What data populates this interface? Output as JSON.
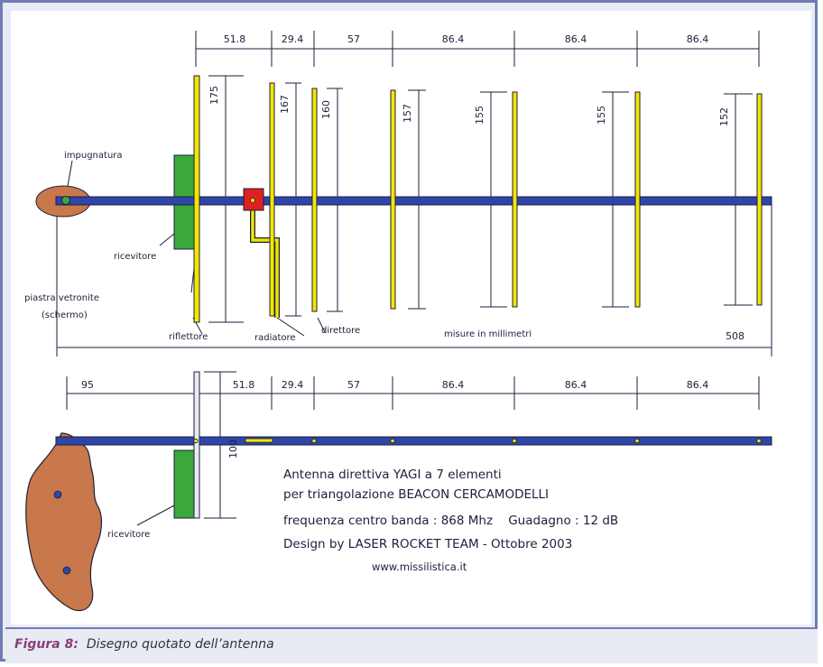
{
  "top_view": {
    "spacings": [
      "51.8",
      "29.4",
      "57",
      "86.4",
      "86.4",
      "86.4"
    ],
    "lengths": [
      "175",
      "167",
      "160",
      "157",
      "155",
      "155",
      "152"
    ],
    "labels": {
      "handle": "impugnatura",
      "receiver": "ricevitore",
      "plate_line1": "piastra vetronite",
      "plate_line2": "(schermo)",
      "reflector": "riflettore",
      "radiator": "radiatore",
      "director": "direttore",
      "units": "misure in millimetri",
      "total": "508"
    }
  },
  "side_view": {
    "spacings": [
      "95",
      "51.8",
      "29.4",
      "57",
      "86.4",
      "86.4",
      "86.4"
    ],
    "height": "100",
    "receiver": "ricevitore"
  },
  "info": {
    "line1": "Antenna direttiva YAGI a 7 elementi",
    "line2": "per triangolazione BEACON CERCAMODELLI",
    "line3": "frequenza centro banda : 868 Mhz    Guadagno : 12 dB",
    "line4": "Design by LASER ROCKET TEAM - Ottobre 2003",
    "url": "www.missilistica.it"
  },
  "caption": {
    "label": "Figura 8:",
    "text": "Disegno quotato dell’antenna"
  },
  "colors": {
    "background": "#ffffff",
    "boom": "#2d46a8",
    "element": "#f2e600",
    "receiver": "#3aa83a",
    "feed": "#e02020",
    "handle": "#c8784a",
    "frame": "#6f7cb8"
  }
}
